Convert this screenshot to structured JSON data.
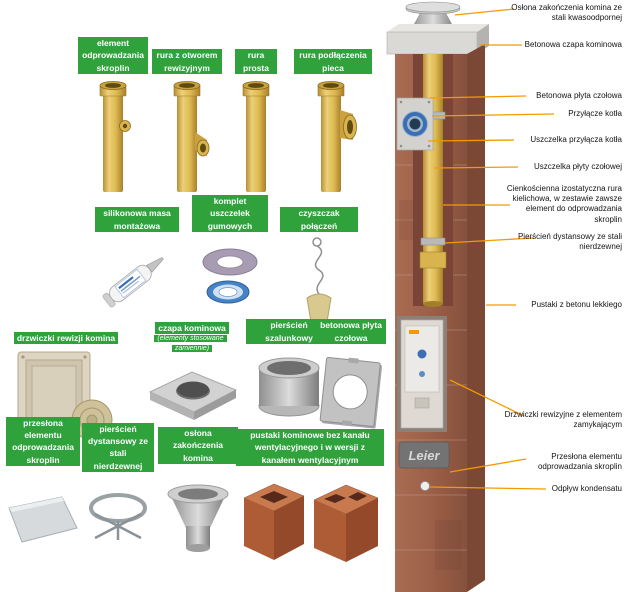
{
  "parts": [
    {
      "label": "element odprowadzania skroplin"
    },
    {
      "label": "rura z otworem rewizyjnym"
    },
    {
      "label": "rura prosta"
    },
    {
      "label": "rura podłączenia pieca"
    },
    {
      "label": "silikonowa masa montażowa"
    },
    {
      "label": "komplet uszczelek gumowych"
    },
    {
      "label": "czyszczak połączeń"
    },
    {
      "label": "drzwiczki rewizji komina"
    },
    {
      "label": "czapa kominowa",
      "sublabel": "(elementy stosowane zamiennie)"
    },
    {
      "label": "pierścień szalunkowy"
    },
    {
      "label": "betonowa płyta czołowa"
    },
    {
      "label": "przesłona elementu odprowadzania skroplin"
    },
    {
      "label": "pierścień dystansowy ze stali nierdzewnej"
    },
    {
      "label": "osłona zakończenia komina"
    },
    {
      "label": "pustaki kominowe bez kanału wentylacyjnego i w wersji z kanałem wentylacyjnym"
    }
  ],
  "callouts": [
    "Osłona zakończenia komina ze stali kwasoodpornej",
    "Betonowa czapa kominowa",
    "Betonowa płyta czołowa",
    "Przyłącze kotła",
    "Uszczelka przyłącza kotła",
    "Uszczelka płyty czołowej",
    "Cienkościenna izostatyczna rura kielichowa, w zestawie zawsze element do odprowadzania skroplin",
    "Pierścień dystansowy ze stali nierdzewnej",
    "Pustaki z betonu lekkiego",
    "Drzwiczki rewizyjne z elementem zamykającym",
    "Przesłona elementu odprowadzania skroplin",
    "Odpływ kondensatu"
  ],
  "brand": {
    "logo": "Leier"
  },
  "colors": {
    "label_green": "#2fa23c",
    "callout_orange": "#f49a00",
    "pipe_yellow": "#dcb94f",
    "chimney_brown": "#9c5f47"
  }
}
